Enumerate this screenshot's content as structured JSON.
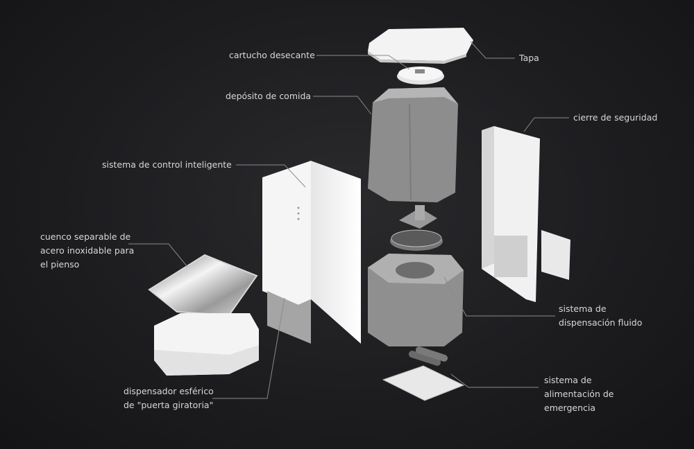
{
  "labels": {
    "tapa": [
      "Tapa"
    ],
    "cartucho": [
      "cartucho desecante"
    ],
    "deposito": [
      "depósito de comida"
    ],
    "cierre": [
      "cierre de seguridad"
    ],
    "control": [
      "sistema de control inteligente"
    ],
    "cuenco": [
      "cuenco separable de",
      "acero inoxidable para",
      "el pienso"
    ],
    "dispensador": [
      "dispensador esférico",
      "de \"puerta giratoria\""
    ],
    "fluido": [
      "sistema de",
      "dispensación fluido"
    ],
    "emergencia": [
      "sistema de",
      "alimentación de",
      "emergencia"
    ]
  },
  "colors": {
    "background": "#1d1d20",
    "text": "#d8d8d8",
    "leader_line": "#8a8a8a",
    "part_white": "#f2f2f2",
    "part_gray": "#8f8f8f"
  }
}
